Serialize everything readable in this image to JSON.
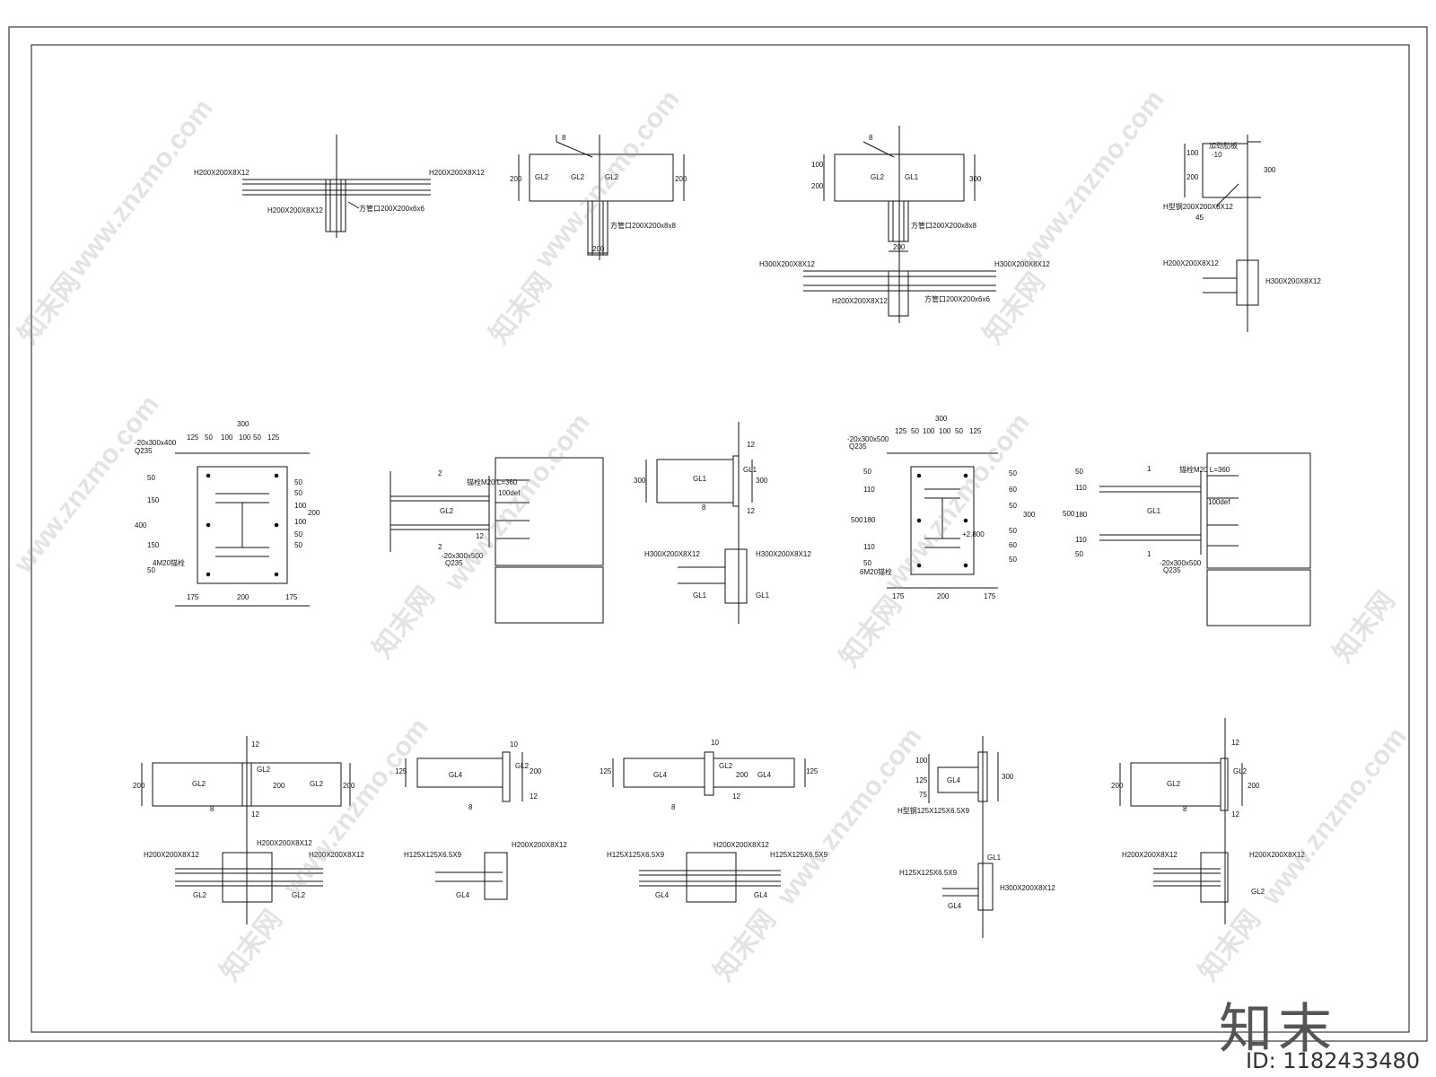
{
  "watermark": {
    "site_en": "www.znzmo.com",
    "site_cn": "知末网"
  },
  "brand_logo": "知末",
  "image_id": "ID: 1182433480",
  "top_row": {
    "d1": {
      "left_label": "H200X200X8X12",
      "right_label": "H200X200X8X12",
      "bottom_label": "H200X200X8X12",
      "post_label": "方管口200X200x6x6"
    },
    "d2": {
      "weld": "8",
      "beam_left": "GL2",
      "beam_mid": "GL2",
      "beam_right": "GL2",
      "dim_left": "200",
      "dim_right": "200",
      "post_label": "方管口200X200x8x8",
      "dim_bottom": "200"
    },
    "d3": {
      "weld": "8",
      "beam_left": "GL2",
      "beam_right": "GL1",
      "dim_a": "100",
      "dim_b": "200",
      "dim_right": "300",
      "post_label": "方管口200X200x8x8",
      "dim_bottom": "200",
      "left_label": "H300X200X8X12",
      "right_label": "H300X200X8X12",
      "bottom_label": "H200X200X8X12",
      "post_label2": "方管口200X200x6x6"
    },
    "d4": {
      "dim_a": "100",
      "dim_b": "200",
      "dim_right": "300",
      "plate": "加劲肋板",
      "plate_t": "-10",
      "member": "H型钢200X200X8X12",
      "angle": "45",
      "left_label": "H200X200X8X12",
      "right_label": "H300X200X8X12"
    }
  },
  "mid_row": {
    "p1": {
      "top_dim": "300",
      "dims": [
        "125",
        "50",
        "100",
        "100",
        "50",
        "125"
      ],
      "plate": "-20x300x400",
      "grade": "Q235",
      "left_total": "400",
      "left_dims": [
        "50",
        "150",
        "150",
        "50"
      ],
      "right_dims": [
        "50",
        "50",
        "100",
        "100",
        "50",
        "50"
      ],
      "right_total": "200",
      "bolt": "4M20锚栓",
      "bottom_dims": [
        "175",
        "200",
        "175"
      ]
    },
    "p2": {
      "mark_top": "2",
      "mark_bottom": "2",
      "beam": "GL2",
      "anchor": "锚栓M20 L=360",
      "embed": "100def",
      "plate": "-20x300x500",
      "grade": "Q235",
      "weld": "12"
    },
    "p3": {
      "weld_top": "12",
      "weld_bottom": "12",
      "fillet": "8",
      "beam_left": "GL1",
      "beam_right": "GL1",
      "dim_left": "300",
      "dim_right": "300",
      "left_label": "H300X200X8X12",
      "right_label": "H300X200X8X12",
      "gl_left": "GL1",
      "gl_right": "GL1"
    },
    "p4": {
      "top_dim": "300",
      "dims": [
        "125",
        "50",
        "100",
        "100",
        "50",
        "125"
      ],
      "plate": "-20x300x500",
      "grade": "Q235",
      "left_total": "500",
      "left_dims": [
        "50",
        "110",
        "180",
        "110",
        "50"
      ],
      "right_dims": [
        "50",
        "60",
        "50",
        "50",
        "60",
        "50"
      ],
      "right_total": "300",
      "elev": "+2.800",
      "bolt": "6M20锚栓",
      "bottom_dims": [
        "175",
        "200",
        "175"
      ]
    },
    "p5": {
      "mark_top": "1",
      "mark_bottom": "1",
      "beam": "GL1",
      "anchor": "锚栓M20 L=360",
      "embed": "100def",
      "left_total": "500",
      "left_dims": [
        "50",
        "110",
        "180",
        "110",
        "50"
      ],
      "plate": "-20x300x500",
      "grade": "Q235"
    }
  },
  "bottom_row": {
    "b1": {
      "weld_top": "12",
      "weld_bottom": "12",
      "fillet": "8",
      "beam_left": "GL2",
      "beam_mid": "GL2",
      "beam_right": "GL2",
      "dims": [
        "200",
        "200",
        "200"
      ],
      "left_label": "H200X200X8X12",
      "top_label": "H200X200X8X12",
      "right_label": "H200X200X8X12",
      "gl_left": "GL2",
      "gl_right": "GL2"
    },
    "b2": {
      "weld_top": "10",
      "weld_bottom": "12",
      "fillet": "8",
      "beam": "GL4",
      "beam_r": "GL2",
      "dim_left": "125",
      "dim_right": "200",
      "left_label": "H125X125X6.5X9",
      "right_label": "H200X200X8X12",
      "gl": "GL4"
    },
    "b3": {
      "weld_top": "10",
      "weld_bottom": "12",
      "fillet": "8",
      "beam_left": "GL4",
      "beam_mid": "GL2",
      "beam_right": "GL4",
      "dims": [
        "125",
        "200",
        "125"
      ],
      "left_label": "H125X125X6.5X9",
      "top_label": "H200X200X8X12",
      "right_label": "H125X125X6.5X9",
      "gl_left": "GL4",
      "gl_right": "GL4"
    },
    "b4": {
      "dim_a": "100",
      "dim_b": "125",
      "dim_c": "75",
      "dim_right": "300",
      "beam": "GL4",
      "member": "H型钢125X125X6.5X9",
      "left_label": "H125X125X6.5X9",
      "right_label": "H300X200X8X12",
      "gl_top": "GL1",
      "gl_bottom": "GL4"
    },
    "b5": {
      "weld_top": "12",
      "weld_bottom": "12",
      "fillet": "8",
      "beam": "GL2",
      "beam_r": "GL2",
      "dim_left": "200",
      "dim_right": "200",
      "left_label": "H200X200X8X12",
      "right_label": "H200X200X8X12",
      "gl": "GL2"
    }
  }
}
